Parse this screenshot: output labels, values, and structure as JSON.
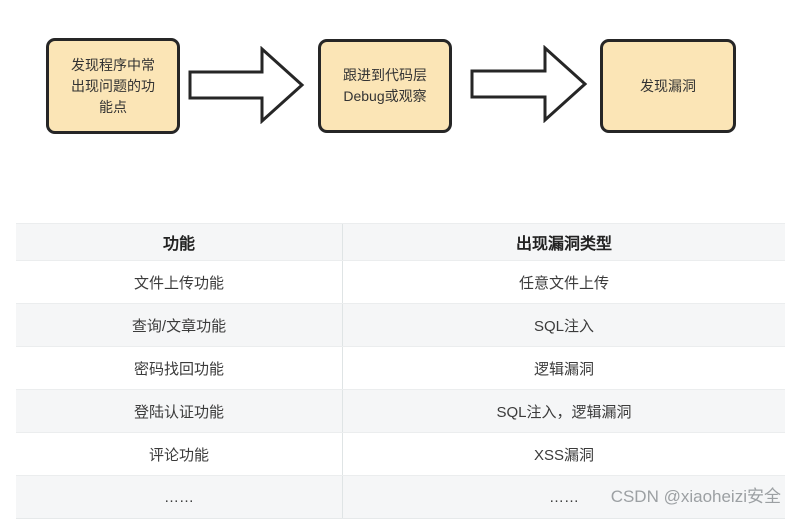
{
  "flowchart": {
    "steps": [
      {
        "label": "发现程序中常\n出现问题的功\n能点"
      },
      {
        "label": "跟进到代码层\nDebug或观察"
      },
      {
        "label": "发现漏洞"
      }
    ]
  },
  "table": {
    "headers": [
      "功能",
      "出现漏洞类型"
    ],
    "rows": [
      [
        "文件上传功能",
        "任意文件上传"
      ],
      [
        "查询/文章功能",
        "SQL注入"
      ],
      [
        "密码找回功能",
        "逻辑漏洞"
      ],
      [
        "登陆认证功能",
        "SQL注入，逻辑漏洞"
      ],
      [
        "评论功能",
        "XSS漏洞"
      ],
      [
        "……",
        "……"
      ]
    ]
  },
  "watermark": "CSDN @xiaoheizi安全",
  "colors": {
    "box_fill": "#fbe5b6",
    "box_border": "#262626",
    "row_alt_bg": "#f5f6f7",
    "row_border": "#ebedee",
    "column_divider": "#dfe4e5",
    "watermark_text": "#9ca0a3"
  }
}
